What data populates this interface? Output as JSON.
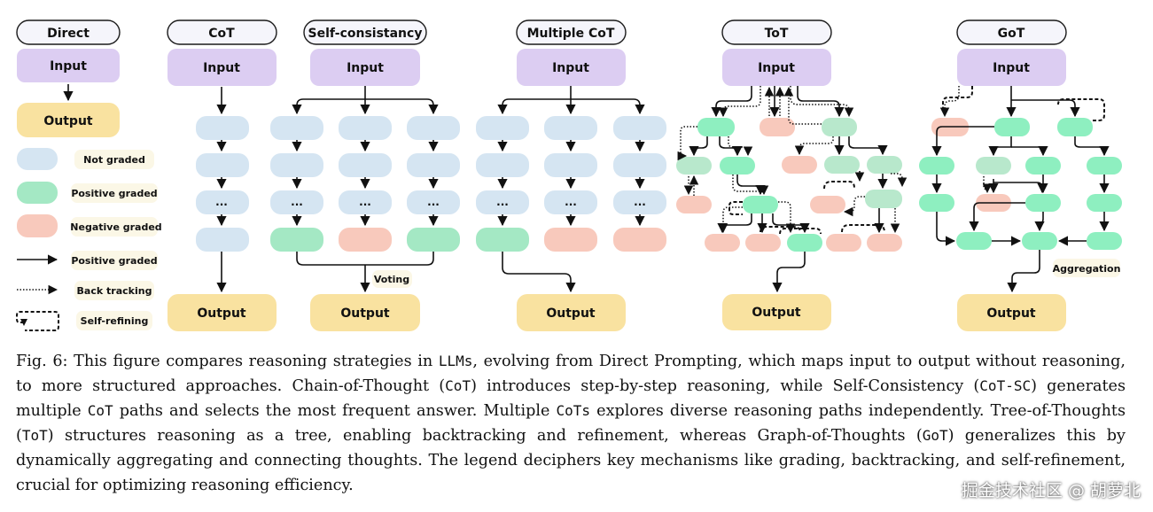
{
  "palette": {
    "header_fill": "#f5f5fb",
    "header_stroke": "#1a1a1a",
    "input": "#dccdf2",
    "output": "#f9e2a0",
    "not_graded": "#d5e5f2",
    "positive": "#a4e8c4",
    "positive_bright": "#8eefc0",
    "negative": "#f8c9bc",
    "tag_fill": "#fbf7e6"
  },
  "panels": {
    "direct": {
      "title": "Direct",
      "input": "Input",
      "output": "Output"
    },
    "cot": {
      "title": "CoT",
      "input": "Input",
      "output": "Output",
      "dots": "..."
    },
    "sc": {
      "title": "Self-consistancy",
      "input": "Input",
      "output": "Output",
      "dots": "...",
      "voting": "Voting"
    },
    "multi": {
      "title": "Multiple CoT",
      "input": "Input",
      "output": "Output",
      "dots": "..."
    },
    "tot": {
      "title": "ToT",
      "input": "Input",
      "output": "Output"
    },
    "got": {
      "title": "GoT",
      "input": "Input",
      "output": "Output",
      "aggregation": "Aggregation"
    }
  },
  "legend": {
    "not_graded": "Not graded",
    "positive_graded": "Positive graded",
    "negative_graded": "Negative graded",
    "arrow_positive": "Positive graded",
    "back_tracking": "Back tracking",
    "self_refining": "Self-refining"
  },
  "caption": {
    "s1": "Fig. 6: This figure compares reasoning strategies in ",
    "m1": "LLMs",
    "s2": ", evolving from Direct Prompting, which maps input to output without reasoning, to more structured approaches. Chain-of-Thought (",
    "m2": "CoT",
    "s3": ") introduces step-by-step reasoning, while Self-Consistency (",
    "m3": "CoT-SC",
    "s4": ") generates multiple ",
    "m4": "CoT",
    "s5": " paths and selects the most frequent answer. Multiple ",
    "m5": "CoTs",
    "s6": " explores diverse reasoning paths independently. Tree-of-Thoughts (",
    "m6": "ToT",
    "s7": ") structures reasoning as a tree, enabling backtracking and refinement, whereas Graph-of-Thoughts (",
    "m7": "GoT",
    "s8": ") generalizes this by dynamically aggregating and connecting thoughts. The legend deciphers key mechanisms like grading, backtracking, and self-refinement, crucial for optimizing reasoning efficiency."
  },
  "watermark": "掘金技术社区 @ 胡萝北"
}
